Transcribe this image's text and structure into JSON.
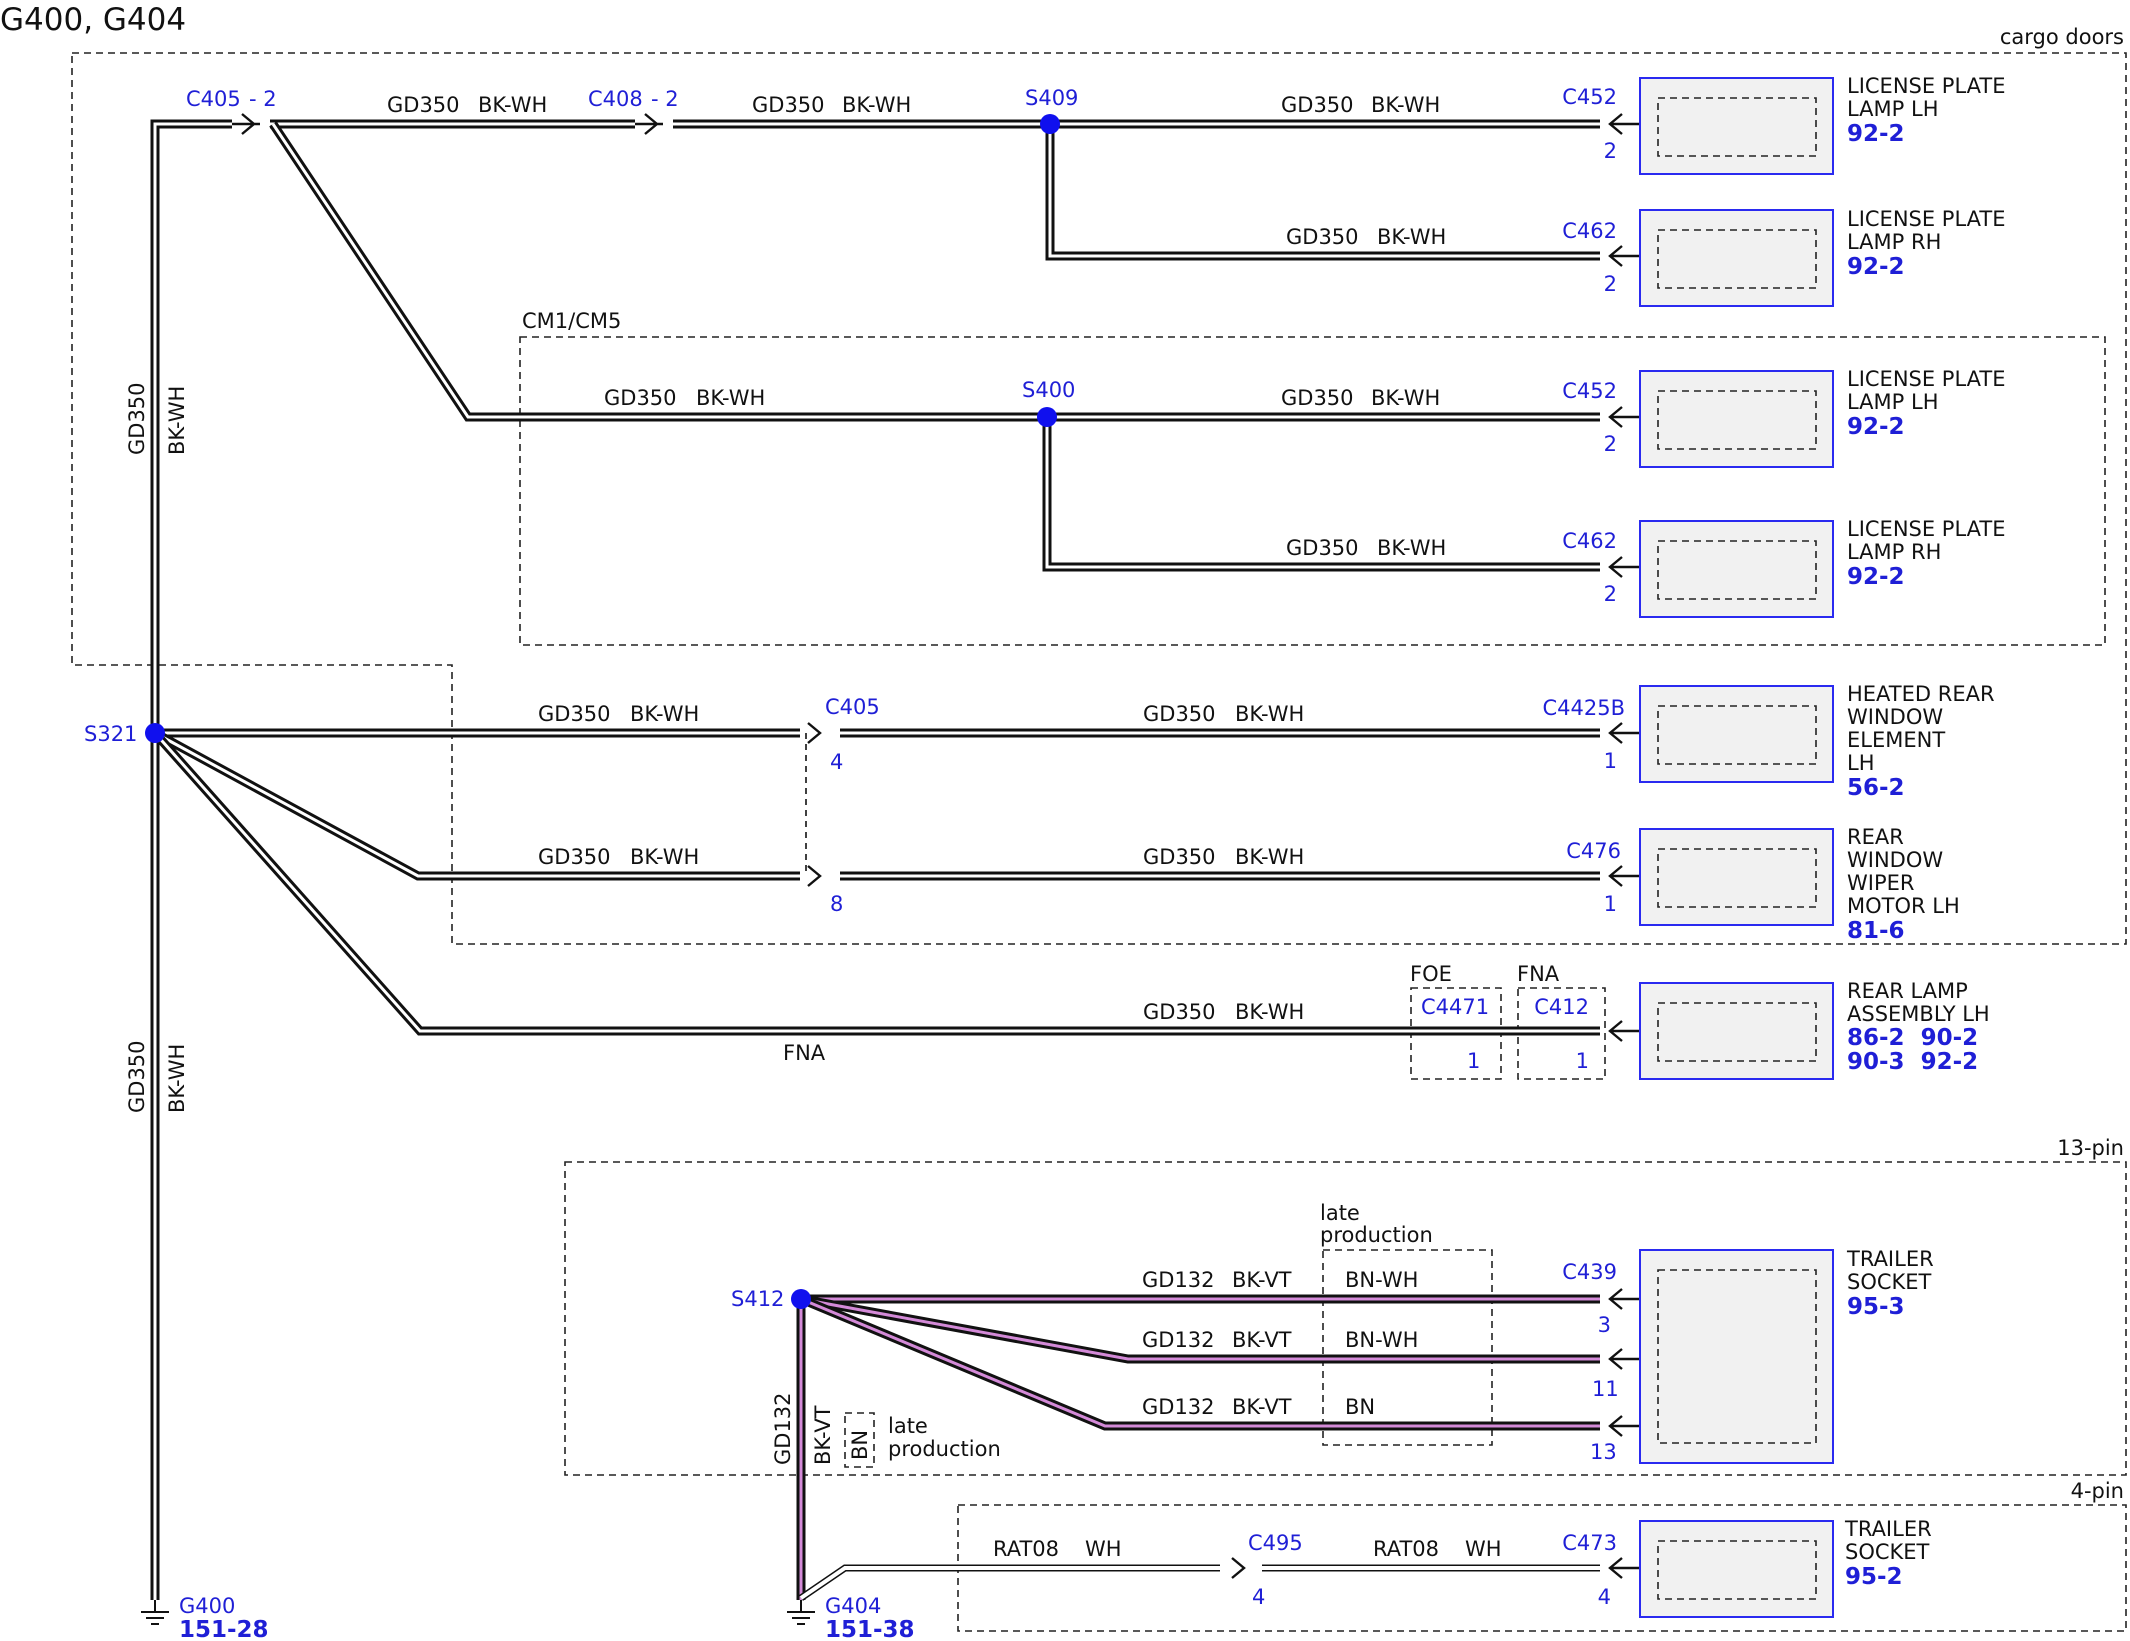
{
  "title": "G400, G404",
  "groups": {
    "cargo_doors": "cargo doors",
    "cm1_cm5": "CM1/CM5",
    "pin13": "13-pin",
    "pin4": "4-pin",
    "foe": "FOE",
    "fna": "FNA",
    "late_production_box": "late\nproduction",
    "late_production_bn": "late\nproduction",
    "bn_tag": "BN"
  },
  "wire_labels": {
    "gd350": "GD350",
    "bk_wh": "BK-WH",
    "gd132": "GD132",
    "bk_vt": "BK-VT",
    "bn_wh": "BN-WH",
    "bn": "BN",
    "rat08": "RAT08",
    "wh": "WH",
    "fna_wire": "FNA"
  },
  "splices": {
    "s321": "S321",
    "s409": "S409",
    "s400": "S400",
    "s412": "S412"
  },
  "connectors": {
    "c405_top": "C405",
    "c405_top_pin": "- 2",
    "c408": "C408",
    "c408_pin": "- 2",
    "c405_mid": "C405",
    "c405_pin4": "4",
    "c405_pin8": "8",
    "c495": "C495",
    "c495_pin": "4"
  },
  "grounds": {
    "g400": "G400",
    "g400_ref": "151-28",
    "g404": "G404",
    "g404_ref": "151-38"
  },
  "components": [
    {
      "connector": "C452",
      "pin": "2",
      "name": [
        "LICENSE PLATE",
        "LAMP LH"
      ],
      "refs": [
        "92-2"
      ]
    },
    {
      "connector": "C462",
      "pin": "2",
      "name": [
        "LICENSE PLATE",
        "LAMP RH"
      ],
      "refs": [
        "92-2"
      ]
    },
    {
      "connector": "C452",
      "pin": "2",
      "name": [
        "LICENSE PLATE",
        "LAMP LH"
      ],
      "refs": [
        "92-2"
      ]
    },
    {
      "connector": "C462",
      "pin": "2",
      "name": [
        "LICENSE PLATE",
        "LAMP RH"
      ],
      "refs": [
        "92-2"
      ]
    },
    {
      "connector": "C4425B",
      "pin": "1",
      "name": [
        "HEATED REAR",
        "WINDOW",
        "ELEMENT",
        "LH"
      ],
      "refs": [
        "56-2"
      ]
    },
    {
      "connector": "C476",
      "pin": "1",
      "name": [
        "REAR",
        "WINDOW",
        "WIPER",
        "MOTOR LH"
      ],
      "refs": [
        "81-6"
      ]
    },
    {
      "connector": "C412",
      "pin": "1",
      "name": [
        "REAR LAMP",
        "ASSEMBLY LH"
      ],
      "refs": [
        "86-2  90-2",
        "90-3  92-2"
      ]
    },
    {
      "connector": "C439",
      "pin": "3",
      "name": [
        "TRAILER",
        "SOCKET"
      ],
      "refs": [
        "95-3"
      ]
    },
    {
      "connector": "C473",
      "pin": "4",
      "name": [
        "TRAILER",
        "SOCKET"
      ],
      "refs": [
        "95-2"
      ]
    }
  ],
  "extra_connectors": {
    "c4471": "C4471",
    "c4471_pin": "1",
    "c439_pin11": "11",
    "c439_pin13": "13"
  }
}
